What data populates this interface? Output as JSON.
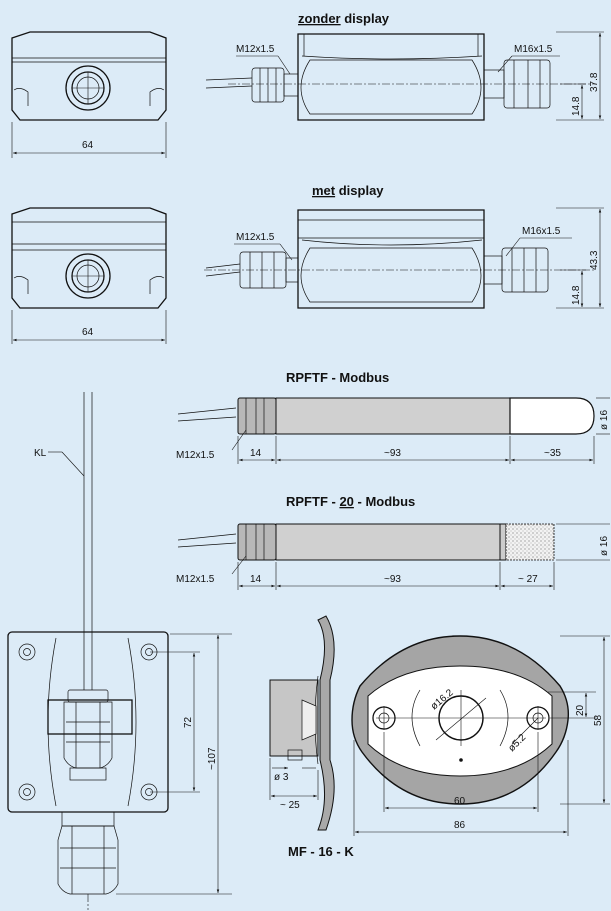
{
  "headings": {
    "without_display_prefix": "zonder",
    "without_display_suffix": " display",
    "with_display_prefix": "met",
    "with_display_suffix": " display",
    "probe1": "RPFTF - Modbus",
    "probe2_prefix": "RPFTF - ",
    "probe2_underlined": "20",
    "probe2_suffix": " - Modbus",
    "flange": "MF - 16 - K"
  },
  "dims": {
    "front_width_1": "64",
    "thread_left_1": "M12x1.5",
    "thread_right_1": "M16x1.5",
    "low_height_1": "14.8",
    "total_height_1": "37.8",
    "front_width_2": "64",
    "thread_left_2": "M12x1.5",
    "thread_right_2": "M16x1.5",
    "low_height_2": "14.8",
    "total_height_2": "43.3",
    "probe1_thread": "M12x1.5",
    "probe1_len_a": "14",
    "probe1_len_b": "~93",
    "probe1_len_c": "~35",
    "probe1_dia": "ø 16",
    "probe2_thread": "M12x1.5",
    "probe2_len_a": "14",
    "probe2_len_b": "~93",
    "probe2_len_c": "~ 27",
    "probe2_dia": "ø 16",
    "cable_label": "KL",
    "box_height_inner": "72",
    "box_height_total": "~107",
    "flange_hole": "ø 3",
    "flange_depth": "~ 25",
    "flange_bore": "ø16.2",
    "flange_screw": "ø5.2",
    "flange_pitch": "60",
    "flange_width": "86",
    "flange_half_height": "20",
    "flange_height": "58"
  }
}
